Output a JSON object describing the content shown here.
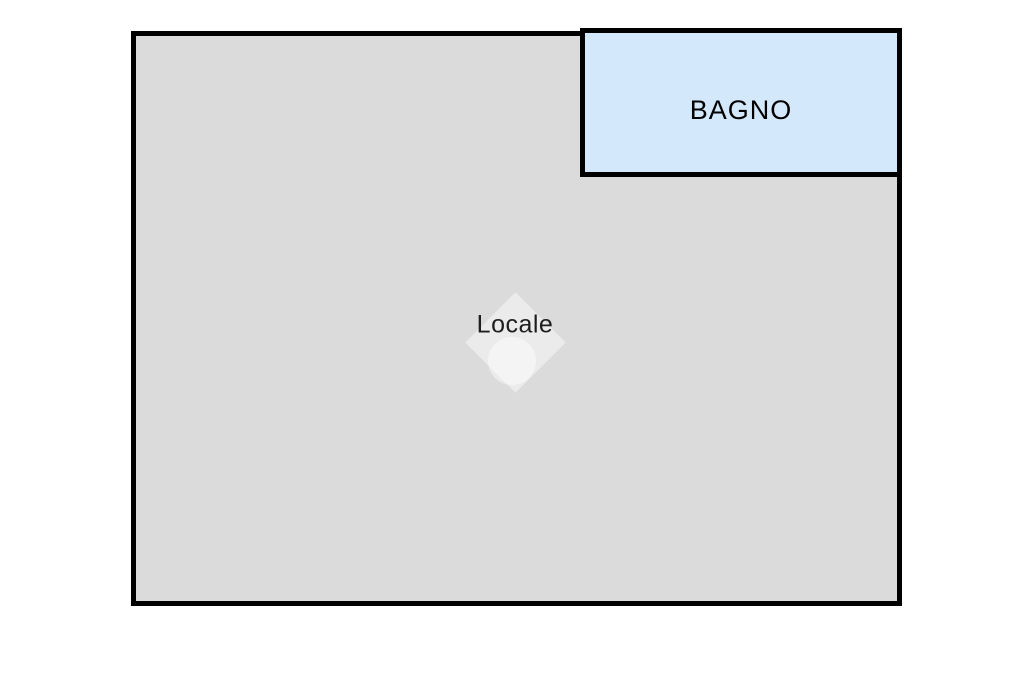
{
  "floorplan": {
    "background_color": "#ffffff",
    "wall_color": "#000000",
    "main_room": {
      "label": "Locale",
      "fill_color": "#dbdbdb",
      "label_color": "#1e1e1e"
    },
    "bathroom": {
      "label": "BAGNO",
      "fill_color": "#d4e8fb",
      "label_color": "#000000"
    },
    "watermark": {
      "icon": "diamond-and-circle-logo",
      "color": "rgba(255,255,255,0.45)"
    }
  }
}
